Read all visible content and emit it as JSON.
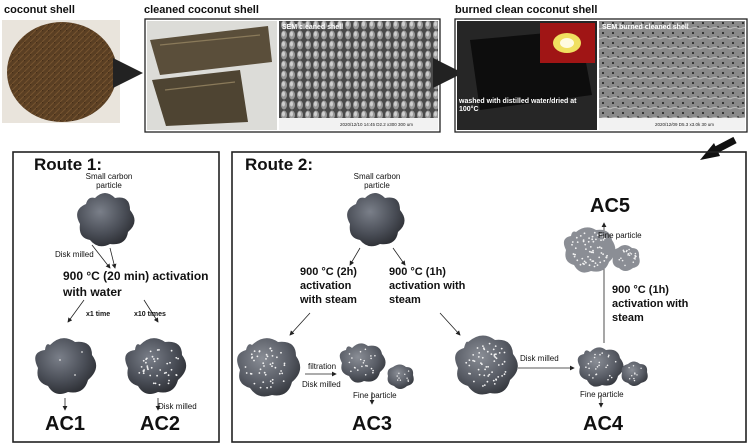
{
  "top": {
    "coconut_shell": "coconut shell",
    "cleaned_coconut_shell": "cleaned coconut shell",
    "burned_clean_coconut_shell": "burned clean coconut shell",
    "sem_cleaned": "SEM cleaned shell",
    "sem_burned": "SEM burned cleaned shell",
    "washed_text": "washed with distilled water/dried at 100°C",
    "sem_scale_1": "2020/12/10   14:45   D2.2   x300   300 um",
    "sem_scale_2": "2020/12/09   D5.3   x3.0k   30 um"
  },
  "route1": {
    "title": "Route 1:",
    "small_particle": "Small carbon particle",
    "disk_milled": "Disk milled",
    "activation_line1": "900 °C (20 min) activation",
    "activation_line2": "with water",
    "x1": "x1 time",
    "x10": "x10 times",
    "disk_milled_2": "Disk milled",
    "ac1": "AC1",
    "ac2": "AC2"
  },
  "route2": {
    "title": "Route 2:",
    "small_particle": "Small carbon particle",
    "act_2h_1": "900 °C (2h)",
    "act_2h_2": "activation",
    "act_2h_3": "with steam",
    "act_1h_1": "900 °C (1h)",
    "act_1h_2": "activation with",
    "act_1h_3": "steam",
    "filtration": "filtration",
    "disk_milled_a": "Disk milled",
    "fine_particle_a": "Fine particle",
    "disk_milled_b": "Disk milled",
    "fine_particle_b": "Fine particle",
    "fine_particle_c": "Fine particle",
    "act_1h_b_1": "900 °C (1h)",
    "act_1h_b_2": "activation with",
    "act_1h_b_3": "steam",
    "ac3": "AC3",
    "ac4": "AC4",
    "ac5": "AC5"
  },
  "colors": {
    "particle_dark": "#3a3d44",
    "particle_light": "#6b6f78",
    "arrow": "#222222"
  }
}
